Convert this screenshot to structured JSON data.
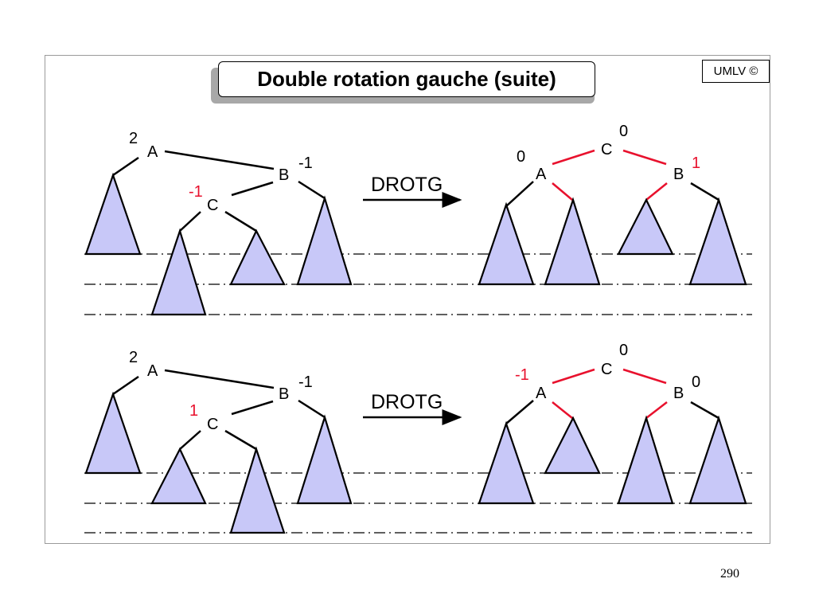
{
  "title": "Double rotation gauche (suite)",
  "corner_tag": "UMLV ©",
  "page_number": "290",
  "colors": {
    "subtree_fill": "#c8c8f8",
    "changed": "#e8112d",
    "edge": "#000000"
  },
  "panels": [
    {
      "before": {
        "A": {
          "label": "A",
          "balance": "2"
        },
        "B": {
          "label": "B",
          "balance": "-1"
        },
        "C": {
          "label": "C",
          "balance": "-1"
        }
      },
      "operation": "DROTG",
      "after": {
        "A": {
          "label": "A",
          "balance": "0"
        },
        "B": {
          "label": "B",
          "balance": "1"
        },
        "C": {
          "label": "C",
          "balance": "0"
        }
      }
    },
    {
      "before": {
        "A": {
          "label": "A",
          "balance": "2"
        },
        "B": {
          "label": "B",
          "balance": "-1"
        },
        "C": {
          "label": "C",
          "balance": "1"
        }
      },
      "operation": "DROTG",
      "after": {
        "A": {
          "label": "A",
          "balance": "-1"
        },
        "B": {
          "label": "B",
          "balance": "0"
        },
        "C": {
          "label": "C",
          "balance": "0"
        }
      }
    }
  ]
}
